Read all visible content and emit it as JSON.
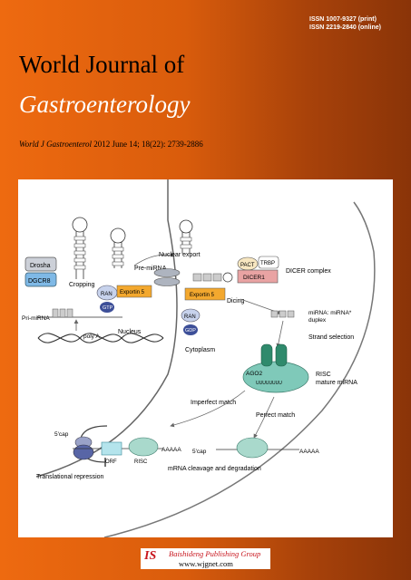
{
  "issn": {
    "print": "ISSN 1007-9327 (print)",
    "online": "ISSN 2219-2840 (online)"
  },
  "journal": {
    "title_line1": "World Journal of",
    "title_line2": "Gastroenterology"
  },
  "citation": {
    "abbrev": "World J Gastroenterol",
    "details": "2012 June 14; 18(22): 2739-2886"
  },
  "figure": {
    "labels": {
      "drosha": "Drosha",
      "dgcr8": "DGCR8",
      "cropping": "Cropping",
      "pri_mirna": "Pri-miRNA",
      "poly_a": "poly A",
      "ran": "RAN",
      "gtp": "GTP",
      "exportin5": "Exportin 5",
      "nucleus": "Nucleus",
      "nuclear_export": "Nuclear export",
      "pre_mirna": "Pre-miRNA",
      "exportin5_b": "Exportin 5",
      "ran_b": "RAN",
      "gdp": "GDP",
      "cytoplasm": "Cytoplasm",
      "pact": "PACT",
      "trbp": "TRBP",
      "dicer1": "DICER1",
      "dicer_complex": "DICER complex",
      "dicing": "Dicing",
      "duplex_line1": "miRNA: miRNA*",
      "duplex_line2": "duplex",
      "strand_selection": "Strand selection",
      "ago2": "AGO2",
      "sequence": "UUUUUUUU",
      "risc_line1": "RISC",
      "risc_line2": "mature miRNA",
      "imperfect_match": "Imperfect match",
      "perfect_match": "Perfect match",
      "cap1": "5'cap",
      "aaaaa1": "AAAAA",
      "orf": "ORF",
      "risc2": "RISC",
      "translational_repression": "Translational repression",
      "cap2": "5'cap",
      "aaaaa2": "AAAAA",
      "cleavage": "mRNA cleavage and degradation"
    }
  },
  "publisher": {
    "name": "Baishideng Publishing Group",
    "url": "www.wjgnet.com",
    "logo_text": "IS"
  },
  "colors": {
    "background": "#e8650e",
    "dark_edge": "#8a3408",
    "logo_red": "#c8161e"
  }
}
